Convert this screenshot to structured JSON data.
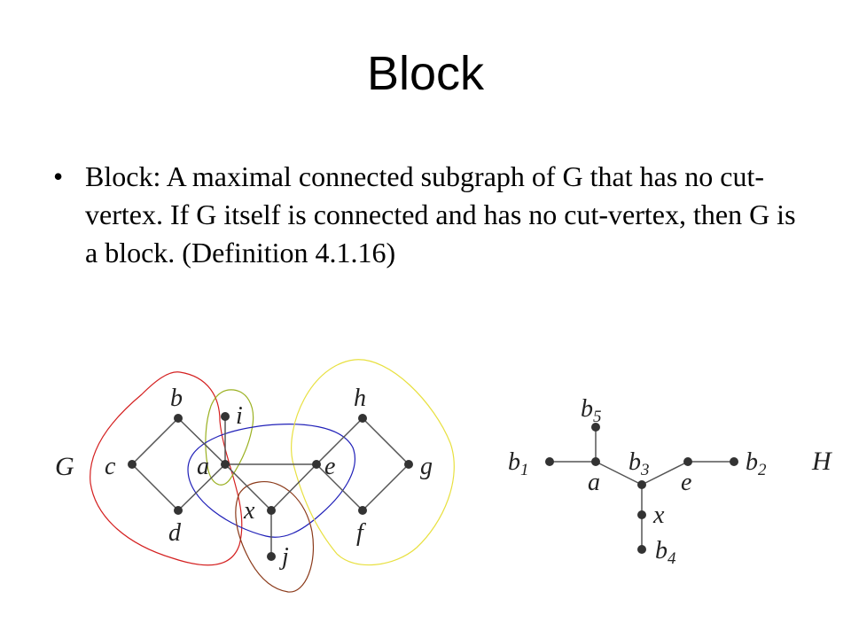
{
  "slide": {
    "title": "Block",
    "bullet": "Block: A maximal connected subgraph of G that has no cut-vertex. If G itself is connected and has no cut-vertex, then G is a block. (Definition 4.1.16)"
  },
  "graph_g": {
    "name": "G",
    "vertex_labels": [
      "b",
      "i",
      "h",
      "c",
      "a",
      "e",
      "g",
      "x",
      "d",
      "f",
      "j"
    ],
    "block_colors": [
      "#d42020",
      "#9ab020",
      "#2020b8",
      "#8b3a1a",
      "#e8e040"
    ]
  },
  "graph_h": {
    "name": "H",
    "labels": {
      "b5": {
        "base": "b",
        "sub": "5"
      },
      "b1": {
        "base": "b",
        "sub": "1"
      },
      "b3": {
        "base": "b",
        "sub": "3"
      },
      "b2": {
        "base": "b",
        "sub": "2"
      },
      "b4": {
        "base": "b",
        "sub": "4"
      },
      "a": "a",
      "e": "e",
      "x": "x"
    }
  },
  "colors": {
    "edge": "#555555",
    "vertex": "#333333",
    "text": "#000000"
  }
}
